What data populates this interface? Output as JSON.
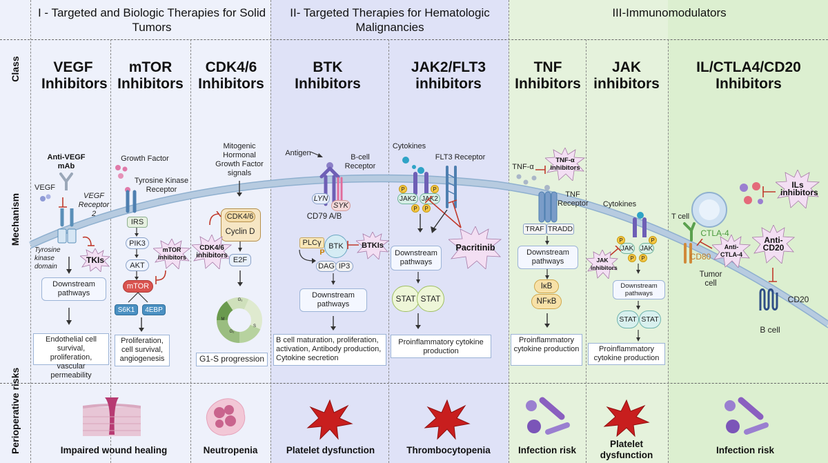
{
  "sections": [
    {
      "title": "I - Targeted and Biologic Therapies for Solid Tumors"
    },
    {
      "title": "II- Targeted Therapies for Hematologic Malignancies"
    },
    {
      "title": "III-Immunomodulators"
    }
  ],
  "row_labels": {
    "class": "Class",
    "mechanism": "Mechanism",
    "risks": "Perioperative risks"
  },
  "classes": [
    {
      "title": "VEGF Inhibitors"
    },
    {
      "title": "mTOR Inhibitors"
    },
    {
      "title": "CDK4/6 Inhibitors"
    },
    {
      "title": "BTK Inhibitors"
    },
    {
      "title": "JAK2/FLT3 inhibitors"
    },
    {
      "title": "TNF Inhibitors"
    },
    {
      "title": "JAK inhibitors"
    },
    {
      "title": "IL/CTLA4/CD20 Inhibitors"
    }
  ],
  "vegf": {
    "anti_vegf": "Anti-VEGF mAb",
    "vegf": "VEGF",
    "receptor": "VEGF Receptor 2",
    "tk_domain": "Tyrosine kinase domain",
    "tkis": "TKIs",
    "downstream": "Downstream pathways",
    "outcome": "Endothelial cell survival, proliferation, vascular permeability"
  },
  "mtor": {
    "growth_factor": "Growth Factor",
    "tk_receptor": "Tyrosine Kinase Receptor",
    "irs": "IRS",
    "pik3": "PIK3",
    "akt": "AKT",
    "mtor": "mTOR",
    "inhibitors": "mTOR inhibitors",
    "s6k1": "S6K1",
    "ebp": "4EBP",
    "outcome": "Proliferation, cell survival, angiogenesis"
  },
  "cdk": {
    "signals": "Mitogenic Hormonal Growth Factor signals",
    "cdk46": "CDK4/6",
    "cyclin": "Cyclin D",
    "inhibitors": "CDK4/6 inhibitors",
    "e2f": "E2F",
    "g1": "G₁",
    "s": "S",
    "g2": "G₂",
    "m": "M",
    "outcome": "G1-S  progression"
  },
  "btk": {
    "antigen": "Antigen",
    "bcr": "B-cell Receptor",
    "lyn": "LYN",
    "syk": "SYK",
    "cd79": "CD79 A/B",
    "plcg": "PLCγ",
    "p": "P",
    "btk": "BTK",
    "btkis": "BTKIs",
    "dag": "DAG",
    "ip3": "IP3",
    "downstream": "Downstream pathways",
    "outcome": "B cell maturation, proliferation, activation, Antibody production, Cytokine secretion"
  },
  "jak2": {
    "cytokines": "Cytokines",
    "flt3": "FLT3 Receptor",
    "jak2a": "JAK2",
    "jak2b": "JAK2",
    "p": "P",
    "pacritinib": "Pacritinib",
    "downstream": "Downstream pathways",
    "stat1": "STAT",
    "stat2": "STAT",
    "outcome": "Proinflammatory cytokine production"
  },
  "tnf": {
    "tnfa": "TNF-α",
    "inhibitors": "TNF-α inhibitors",
    "receptor": "TNF Receptor",
    "traf": "TRAF",
    "tradd": "TRADD",
    "downstream": "Downstream pathways",
    "ikb": "IκB",
    "nfkb": "NFκB",
    "outcome": "Proinflammatory cytokine production"
  },
  "jak": {
    "cytokines": "Cytokines",
    "inhibitors": "JAK inhibitors",
    "jak1": "JAK",
    "jak2": "JAK",
    "p": "P",
    "downstream": "Downstream pathways",
    "stat1": "STAT",
    "stat2": "STAT",
    "outcome": "Proinflammatory cytokine production"
  },
  "il": {
    "tcell": "T cell",
    "ctla4": "CTLA-4",
    "cd80": "CD80",
    "tumor": "Tumor cell",
    "anti_ctla4": "Anti-CTLA-4",
    "ils": "ILs inhibitors",
    "anti_cd20": "Anti-CD20",
    "cd20": "CD20",
    "bcell": "B cell"
  },
  "risks": [
    "Impaired wound healing",
    "Neutropenia",
    "Platelet dysfunction",
    "Thrombocytopenia",
    "Infection risk",
    "Platelet dysfunction",
    "Infection risk"
  ],
  "colors": {
    "section1": "#eef1fb",
    "section2": "#d9dcf6",
    "section3": "#e3f1da",
    "membrane": "#b9cde0",
    "burst": "#f3dff3",
    "red": "#c0392b",
    "platelet": "#c81e1e"
  }
}
